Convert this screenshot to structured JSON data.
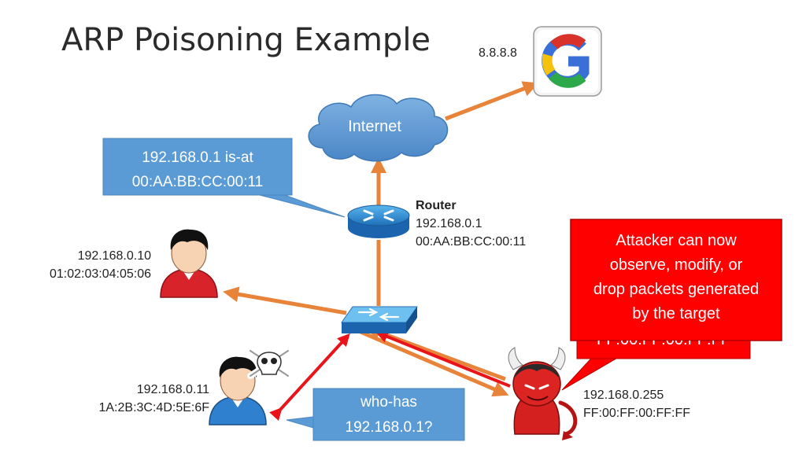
{
  "title": "ARP Poisoning Example",
  "dns_ip": "8.8.8.8",
  "internet_label": "Internet",
  "router": {
    "name": "Router",
    "ip": "192.168.0.1",
    "mac": "00:AA:BB:CC:00:11"
  },
  "host_a": {
    "ip": "192.168.0.10",
    "mac": "01:02:03:04:05:06"
  },
  "victim": {
    "ip": "192.168.0.11",
    "mac": "1A:2B:3C:4D:5E:6F"
  },
  "attacker": {
    "ip": "192.168.0.255",
    "mac": "FF:00:FF:00:FF:FF"
  },
  "callouts": {
    "is_at_line1": "192.168.0.1 is-at",
    "is_at_line2": "00:AA:BB:CC:00:11",
    "who_has_line1": "who-has",
    "who_has_line2": "192.168.0.1?",
    "hidden_mac_fragment": "FF:00:FF:00:FF:FF",
    "attacker_note": [
      "Attacker can now",
      "observe, modify, or",
      "drop packets generated",
      "by the target"
    ]
  },
  "colors": {
    "orange_arrow": "#e8833a",
    "red_arrow": "#e8141a",
    "callout_blue": "#5b9bd5",
    "callout_red": "#ff0000"
  },
  "icons": {
    "google": "google-logo-icon",
    "cloud": "cloud-icon",
    "router": "router-icon",
    "switch": "switch-icon",
    "user": "user-icon",
    "attacker": "devil-icon",
    "poison": "skull-crossbones-icon"
  }
}
